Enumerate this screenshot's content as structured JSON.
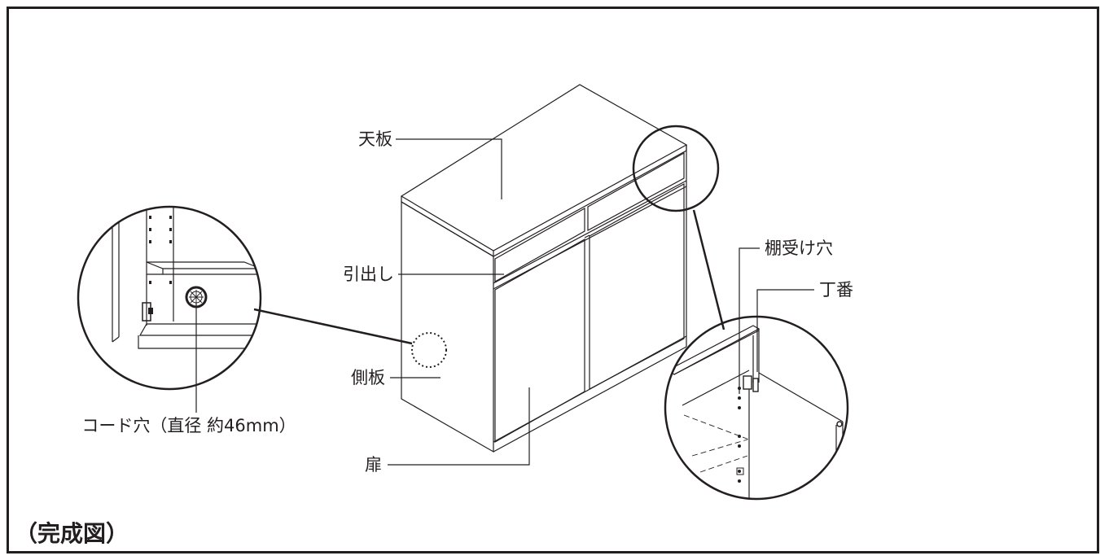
{
  "title": "（完成図）",
  "labels": {
    "tenban": "天板",
    "hikidashi": "引出し",
    "sokuban": "側板",
    "tobira": "扉",
    "cord_hole": "コード穴（直径 約46mm）",
    "tanauke_ana": "棚受け穴",
    "chouban": "丁番"
  },
  "colors": {
    "ink": "#231f20",
    "background": "#ffffff"
  }
}
